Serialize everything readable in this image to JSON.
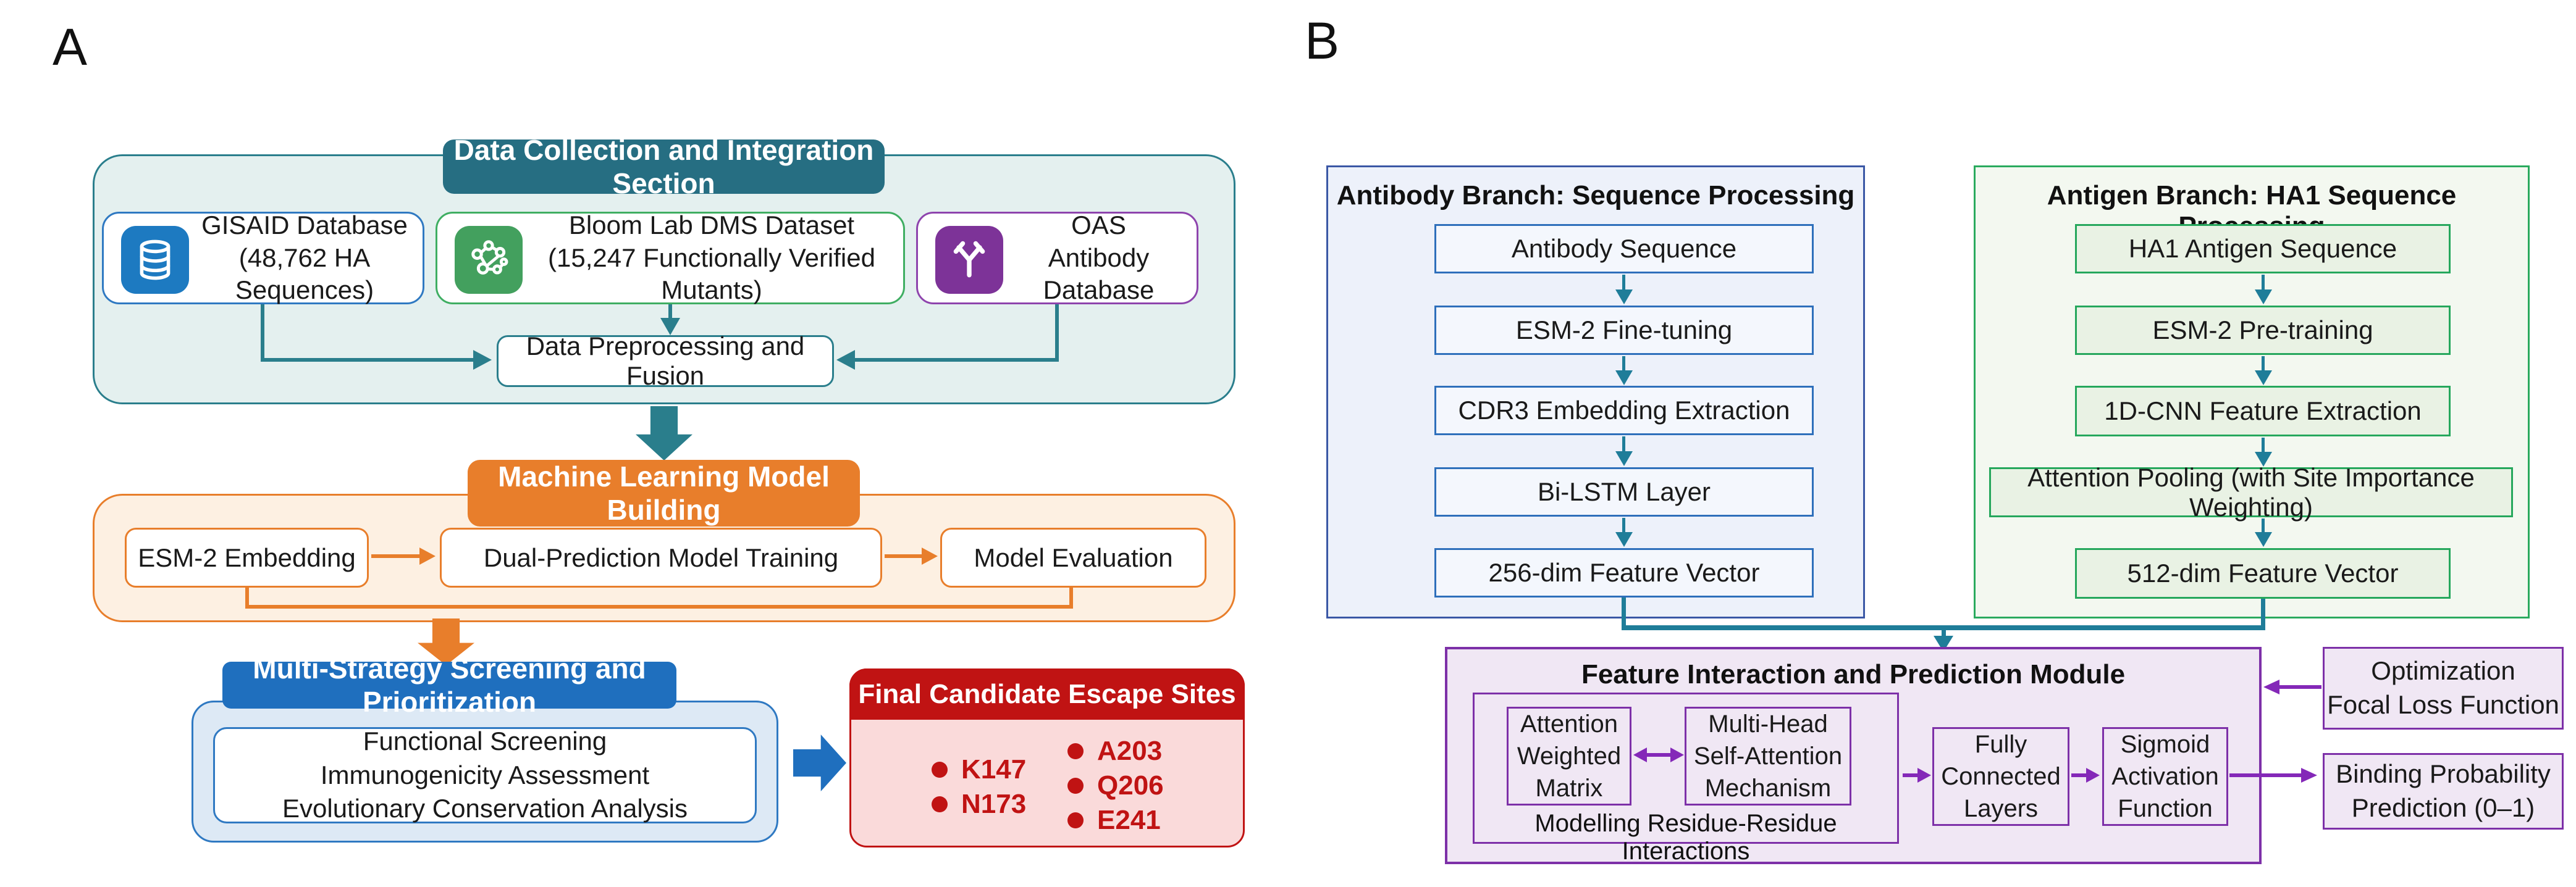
{
  "panel_a": {
    "label": "A",
    "collection": {
      "header": "Data Collection and Integration Section",
      "sources": [
        {
          "line1": "GISAID Database",
          "line2": "(48,762 HA Sequences)"
        },
        {
          "line1": "Bloom Lab DMS Dataset",
          "line2": "(15,247 Functionally Verified Mutants)"
        },
        {
          "line1": "OAS",
          "line2": "Antibody Database"
        }
      ],
      "fusion_label": "Data Preprocessing and Fusion"
    },
    "ml": {
      "header": "Machine Learning Model Building",
      "steps": [
        "ESM-2 Embedding",
        "Dual-Prediction Model Training",
        "Model Evaluation"
      ]
    },
    "screening": {
      "header": "Multi-Strategy Screening and Prioritization",
      "items": [
        "Functional Screening",
        "Immunogenicity Assessment",
        "Evolutionary Conservation Analysis"
      ]
    },
    "final_sites": {
      "header": "Final Candidate Escape Sites",
      "col1": [
        "K147",
        "N173"
      ],
      "col2": [
        "A203",
        "Q206",
        "E241"
      ]
    }
  },
  "panel_b": {
    "label": "B",
    "antibody": {
      "title": "Antibody Branch: Sequence Processing",
      "steps": [
        "Antibody Sequence",
        "ESM-2 Fine-tuning",
        "CDR3 Embedding Extraction",
        "Bi-LSTM Layer",
        "256-dim Feature Vector"
      ]
    },
    "antigen": {
      "title": "Antigen Branch: HA1 Sequence Processing",
      "steps": [
        "HA1 Antigen Sequence",
        "ESM-2 Pre-training",
        "1D-CNN Feature Extraction",
        "Attention Pooling (with Site Importance Weighting)",
        "512-dim Feature Vector"
      ]
    },
    "module": {
      "title": "Feature Interaction and Prediction Module",
      "attention_matrix": "Attention Weighted Matrix",
      "self_attention": "Multi-Head Self-Attention Mechanism",
      "inner_caption": "Modelling Residue-Residue Interactions",
      "fully_connected": "Fully Connected Layers",
      "sigmoid": "Sigmoid Activation Function"
    },
    "optimization": {
      "line1": "Optimization",
      "line2": "Focal Loss Function"
    },
    "binding": {
      "line1": "Binding Probability",
      "line2": "Prediction (0–1)"
    }
  },
  "colors": {
    "teal": "#2a7e8c",
    "teal_header": "#266e82",
    "orange": "#e87e2b",
    "blue_header": "#1f6fbe",
    "source_blue": "#2f79c2",
    "source_green": "#3fae62",
    "source_purple": "#8e44ad",
    "icon_blue": "#1d7ac1",
    "icon_green": "#43a05e",
    "icon_purple": "#7d3398",
    "red": "#c01313",
    "red_body": "#fadada",
    "flow_arrow_teal": "#1f7d99",
    "purple_module": "#7d30a8",
    "purple_arrow": "#8428b8"
  }
}
